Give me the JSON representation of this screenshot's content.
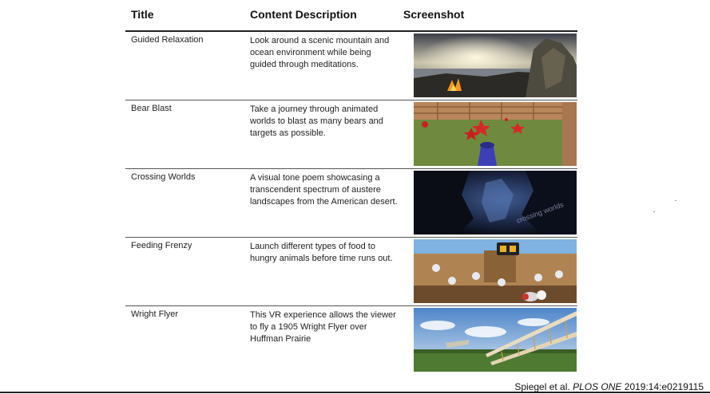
{
  "table": {
    "headers": {
      "title": "Title",
      "description": "Content Description",
      "screenshot": "Screenshot"
    },
    "rows": [
      {
        "title": "Guided Relaxation",
        "description": "Look around a scenic mountain and ocean environment while being guided through meditations."
      },
      {
        "title": "Bear Blast",
        "description": "Take a journey through animated worlds to blast as many bears and targets as possible."
      },
      {
        "title": "Crossing Worlds",
        "description": "A visual tone poem showcasing a transcendent spectrum of austere landscapes from the American desert.",
        "image_overlay_text": "crossing worlds"
      },
      {
        "title": "Feeding Frenzy",
        "description": "Launch different types of food to hungry animals before time runs out."
      },
      {
        "title": "Wright Flyer",
        "description": "This VR experience allows the viewer to fly a 1905 Wright Flyer over Huffman Prairie"
      }
    ]
  },
  "citation": {
    "authors": "Spiegel et al.",
    "journal": "PLOS ONE",
    "ref": "2019:14:e0219115"
  }
}
